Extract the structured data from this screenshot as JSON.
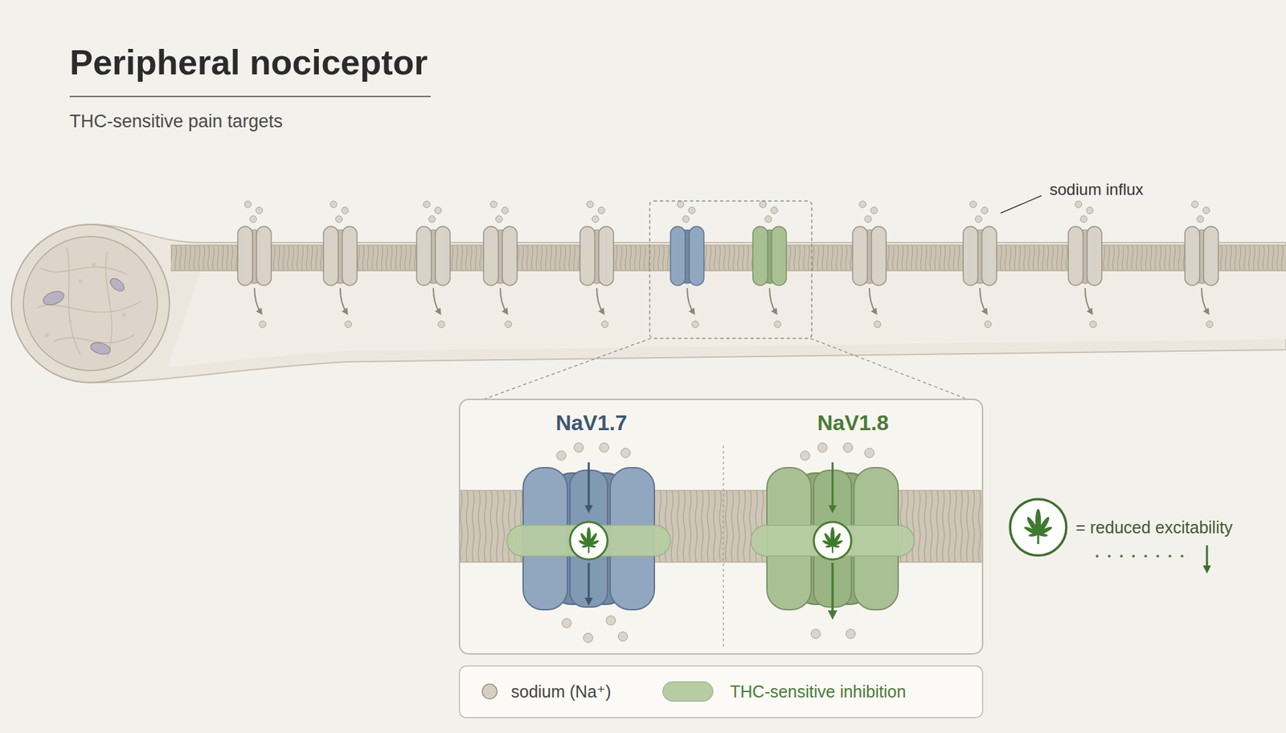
{
  "diagram": {
    "title": "Peripheral nociceptor",
    "nodes": [
      {
        "text": [
          "NaV1.7"
        ]
      },
      {
        "text": [
          "NaV1.8"
        ]
      }
    ],
    "labels": [
      "THC-sensitive pain targets",
      "sodium influx"
    ],
    "legend": [
      {
        "text": "= reduced excitability"
      },
      {
        "text": "sodium (Na⁺)"
      },
      {
        "text": "THC-sensitive inhibition",
        "color": "#b7cca3"
      }
    ]
  }
}
